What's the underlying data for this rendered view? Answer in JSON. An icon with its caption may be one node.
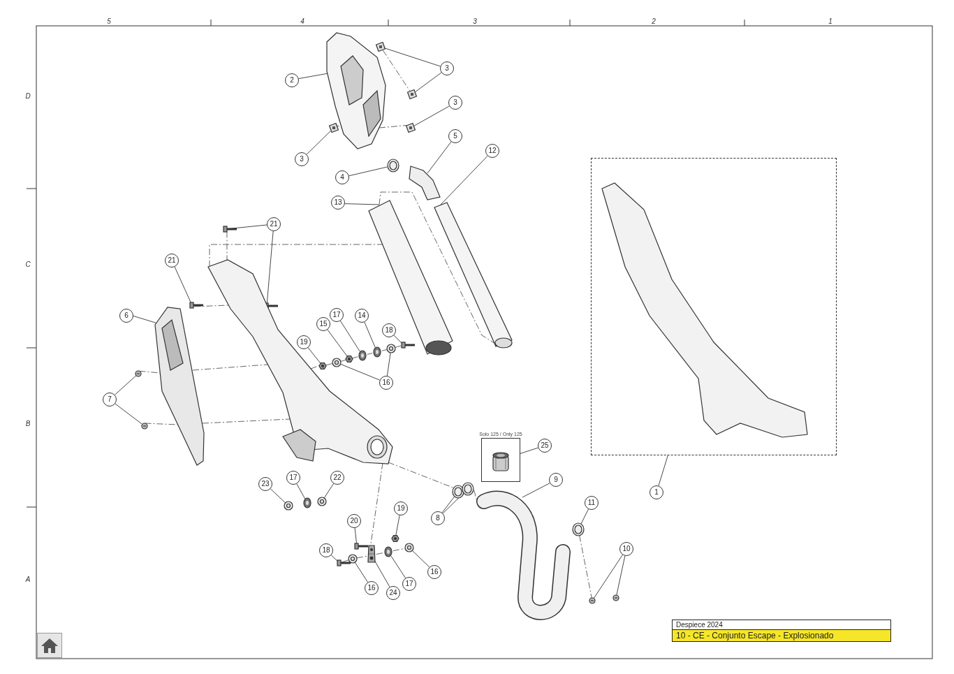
{
  "diagram": {
    "nodes": [
      {
        "text": [
          "2"
        ]
      },
      {
        "text": [
          "3"
        ]
      },
      {
        "text": [
          "3"
        ]
      },
      {
        "text": [
          "3"
        ]
      },
      {
        "text": [
          "4"
        ]
      },
      {
        "text": [
          "5"
        ]
      },
      {
        "text": [
          "12"
        ]
      },
      {
        "text": [
          "13"
        ]
      },
      {
        "text": [
          "21"
        ]
      },
      {
        "text": [
          "21"
        ]
      },
      {
        "text": [
          "6"
        ]
      },
      {
        "text": [
          "17"
        ]
      },
      {
        "text": [
          "15"
        ]
      },
      {
        "text": [
          "14"
        ]
      },
      {
        "text": [
          "18"
        ]
      },
      {
        "text": [
          "19"
        ]
      },
      {
        "text": [
          "16"
        ]
      },
      {
        "text": [
          "7"
        ]
      },
      {
        "text": [
          "25"
        ]
      },
      {
        "text": [
          "23"
        ]
      },
      {
        "text": [
          "17"
        ]
      },
      {
        "text": [
          "22"
        ]
      },
      {
        "text": [
          "9"
        ]
      },
      {
        "text": [
          "1"
        ]
      },
      {
        "text": [
          "11"
        ]
      },
      {
        "text": [
          "19"
        ]
      },
      {
        "text": [
          "8"
        ]
      },
      {
        "text": [
          "20"
        ]
      },
      {
        "text": [
          "18"
        ]
      },
      {
        "text": [
          "10"
        ]
      },
      {
        "text": [
          "16"
        ]
      },
      {
        "text": [
          "17"
        ]
      },
      {
        "text": [
          "16"
        ]
      },
      {
        "text": [
          "24"
        ]
      },
      {
        "text": [],
        "shape": "picture"
      },
      {
        "text": [],
        "shape": "picture"
      },
      {
        "text": [],
        "shape": "picture"
      },
      {
        "text": [],
        "shape": "picture"
      },
      {
        "text": [],
        "shape": "picture"
      },
      {
        "text": [],
        "shape": "picture"
      },
      {
        "text": [],
        "shape": "picture"
      },
      {
        "text": [],
        "shape": "picture"
      },
      {
        "text": [],
        "shape": "picture"
      },
      {
        "text": [],
        "shape": "picture"
      },
      {
        "text": [],
        "shape": "picture"
      },
      {
        "text": [],
        "shape": "picture"
      },
      {
        "text": [],
        "shape": "picture"
      },
      {
        "text": [],
        "shape": "picture"
      },
      {
        "text": [],
        "shape": "picture"
      },
      {
        "text": [],
        "shape": "picture"
      },
      {
        "text": [],
        "shape": "picture"
      },
      {
        "text": [],
        "shape": "picture"
      },
      {
        "text": [],
        "shape": "picture"
      },
      {
        "text": [],
        "shape": "picture"
      },
      {
        "text": [],
        "shape": "picture"
      },
      {
        "text": [],
        "shape": "picture"
      },
      {
        "text": [],
        "shape": "picture"
      },
      {
        "text": [],
        "shape": "picture"
      },
      {
        "text": [],
        "shape": "picture"
      },
      {
        "text": [],
        "shape": "picture"
      },
      {
        "text": [],
        "shape": "picture"
      },
      {
        "text": [],
        "shape": "picture"
      },
      {
        "text": [],
        "shape": "picture"
      },
      {
        "text": [],
        "shape": "picture"
      },
      {
        "text": [],
        "shape": "picture"
      },
      {
        "text": [],
        "shape": "picture"
      },
      {
        "text": [],
        "shape": "picture"
      },
      {
        "text": [],
        "shape": "picture"
      },
      {
        "text": [],
        "shape": "box",
        "beside": [
          "Solo 125 / Only 125"
        ]
      },
      {
        "text": [],
        "shape": "picture",
        "in": 68
      },
      {
        "text": [],
        "shape": "picture"
      },
      {
        "text": [],
        "shape": "picture"
      },
      {
        "text": [],
        "shape": "picture"
      },
      {
        "text": [],
        "shape": "picture"
      },
      {
        "text": [],
        "shape": "box"
      },
      {
        "text": [],
        "shape": "picture"
      }
    ],
    "edges": [
      {
        "from": 0,
        "to": 34,
        "arrow": "none"
      },
      {
        "from": 1,
        "to": 35,
        "arrow": "none"
      },
      {
        "from": 1,
        "to": 36,
        "arrow": "none"
      },
      {
        "from": 2,
        "to": 37,
        "arrow": "none"
      },
      {
        "from": 3,
        "to": 38,
        "arrow": "none"
      },
      {
        "from": 4,
        "to": 39,
        "arrow": "none"
      },
      {
        "from": 5,
        "to": 40,
        "arrow": "none"
      },
      {
        "from": 6,
        "to": 41,
        "arrow": "none"
      },
      {
        "from": 7,
        "to": 42,
        "arrow": "none"
      },
      {
        "from": 8,
        "to": 43,
        "arrow": "none"
      },
      {
        "from": 8,
        "to": 44,
        "arrow": "none"
      },
      {
        "from": 9,
        "to": 45,
        "arrow": "none"
      },
      {
        "from": 10,
        "to": 46,
        "arrow": "none"
      },
      {
        "from": 17,
        "to": 47,
        "arrow": "none"
      },
      {
        "from": 17,
        "to": 48,
        "arrow": "none"
      },
      {
        "from": 11,
        "to": 49,
        "arrow": "none"
      },
      {
        "from": 12,
        "to": 50,
        "arrow": "none"
      },
      {
        "from": 13,
        "to": 51,
        "arrow": "none"
      },
      {
        "from": 14,
        "to": 52,
        "arrow": "none"
      },
      {
        "from": 15,
        "to": 53,
        "arrow": "none"
      },
      {
        "from": 16,
        "to": 54,
        "arrow": "none"
      },
      {
        "from": 16,
        "to": 55,
        "arrow": "none"
      },
      {
        "from": 19,
        "to": 56,
        "arrow": "none"
      },
      {
        "from": 20,
        "to": 57,
        "arrow": "none"
      },
      {
        "from": 21,
        "to": 58,
        "arrow": "none"
      },
      {
        "from": 27,
        "to": 59,
        "arrow": "none"
      },
      {
        "from": 25,
        "to": 60,
        "arrow": "none"
      },
      {
        "from": 28,
        "to": 61,
        "arrow": "none"
      },
      {
        "from": 32,
        "to": 62,
        "arrow": "none"
      },
      {
        "from": 33,
        "to": 63,
        "arrow": "none"
      },
      {
        "from": 31,
        "to": 64,
        "arrow": "none"
      },
      {
        "from": 30,
        "to": 65,
        "arrow": "none"
      },
      {
        "from": 26,
        "to": 66,
        "arrow": "none"
      },
      {
        "from": 26,
        "to": 67,
        "arrow": "none"
      },
      {
        "from": 18,
        "to": 68,
        "arrow": "none"
      },
      {
        "from": 22,
        "to": 70,
        "arrow": "none"
      },
      {
        "from": 24,
        "to": 71,
        "arrow": "none"
      },
      {
        "from": 29,
        "to": 72,
        "arrow": "none"
      },
      {
        "from": 29,
        "to": 73,
        "arrow": "none"
      },
      {
        "from": 23,
        "to": 74,
        "arrow": "none"
      },
      {
        "from": 35,
        "to": 36,
        "arrow": "none",
        "style": "dashed"
      },
      {
        "from": 38,
        "to": 34,
        "arrow": "none",
        "style": "dashed"
      },
      {
        "from": 45,
        "to": 75,
        "arrow": "none",
        "style": "dashed"
      },
      {
        "from": 43,
        "to": 75,
        "arrow": "none",
        "style": "dashed"
      },
      {
        "from": 47,
        "to": 46,
        "arrow": "none",
        "style": "dashed"
      },
      {
        "from": 48,
        "to": 46,
        "arrow": "none",
        "style": "dashed"
      },
      {
        "from": 75,
        "to": 53,
        "arrow": "none",
        "style": "dashed"
      },
      {
        "from": 53,
        "to": 54,
        "arrow": "none",
        "style": "dashed"
      },
      {
        "from": 54,
        "to": 50,
        "arrow": "none",
        "style": "dashed"
      },
      {
        "from": 50,
        "to": 49,
        "arrow": "none",
        "style": "dashed"
      },
      {
        "from": 49,
        "to": 51,
        "arrow": "none",
        "style": "dashed"
      },
      {
        "from": 51,
        "to": 55,
        "arrow": "none",
        "style": "dashed"
      },
      {
        "from": 55,
        "to": 52,
        "arrow": "none",
        "style": "dashed"
      },
      {
        "from": 75,
        "to": 66,
        "arrow": "none",
        "style": "dashed"
      },
      {
        "from": 75,
        "to": 63,
        "arrow": "none",
        "style": "dashed"
      },
      {
        "from": 61,
        "to": 62,
        "arrow": "none",
        "style": "dashed"
      },
      {
        "from": 62,
        "to": 63,
        "arrow": "none",
        "style": "dashed"
      },
      {
        "from": 63,
        "to": 64,
        "arrow": "none",
        "style": "dashed"
      },
      {
        "from": 64,
        "to": 65,
        "arrow": "none",
        "style": "dashed"
      },
      {
        "from": 75,
        "to": 42,
        "arrow": "none",
        "style": "dashed"
      },
      {
        "from": 42,
        "to": 41,
        "arrow": "none",
        "style": "dashed"
      },
      {
        "from": 67,
        "to": 70,
        "arrow": "none",
        "style": "dashed"
      },
      {
        "from": 71,
        "to": 72,
        "arrow": "none",
        "style": "dashed"
      },
      {
        "from": 34,
        "to": 37,
        "arrow": "none",
        "style": "dashed"
      },
      {
        "from": 46,
        "to": 75,
        "arrow": "none",
        "style": "dashed"
      },
      {
        "from": 46,
        "to": 75,
        "arrow": "none",
        "style": "dashed"
      }
    ],
    "labels": [
      "5",
      "4",
      "3",
      "2",
      "1",
      "D",
      "C",
      "B",
      "A",
      "Despiece 2024",
      "10 - CE - Conjunto Escape - Explosionado"
    ]
  }
}
